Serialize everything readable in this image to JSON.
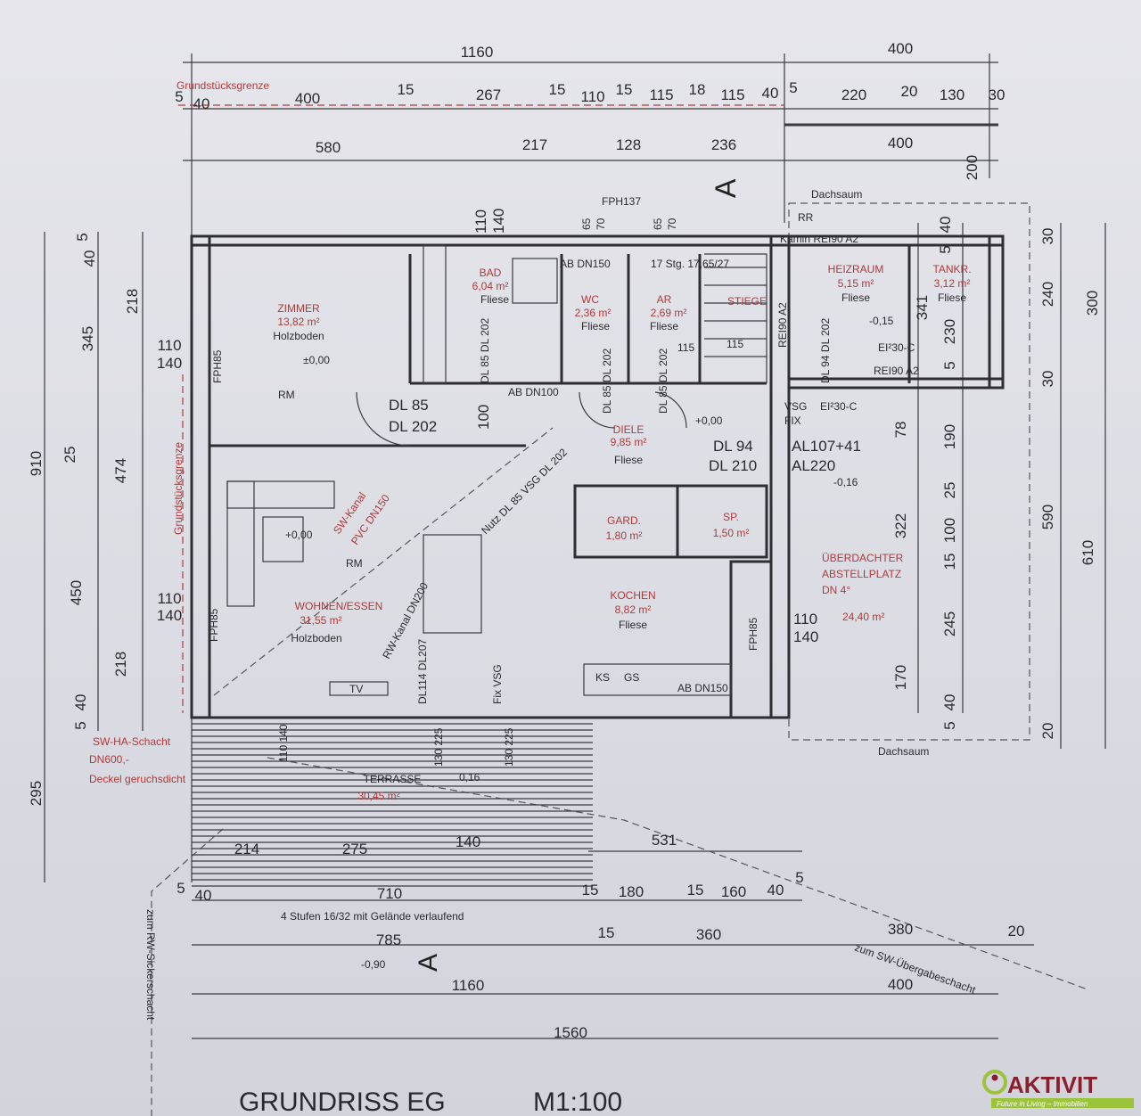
{
  "title": "GRUNDRISS EG",
  "scale": "M1:100",
  "logo": {
    "brand": "AKTIVIT",
    "tagline": "Future in Living – Immobilien",
    "colors": {
      "green": "#9cc43a",
      "red": "#8a1e2c"
    }
  },
  "colors": {
    "line": "#2e2e33",
    "annotation_red": "#b03a3a",
    "paper": "#d9d9e1"
  },
  "rooms": [
    {
      "name": "ZIMMER",
      "area": "13,82 m²",
      "floor": "Holzboden"
    },
    {
      "name": "BAD",
      "area": "6,04 m²",
      "floor": "Fliese"
    },
    {
      "name": "WC",
      "area": "2,36 m²",
      "floor": "Fliese"
    },
    {
      "name": "AR",
      "area": "2,69 m²",
      "floor": "Fliese"
    },
    {
      "name": "STIEGE"
    },
    {
      "name": "HEIZRAUM",
      "area": "5,15 m²",
      "floor": "Fliese"
    },
    {
      "name": "TANKR.",
      "area": "3,12 m²",
      "floor": "Fliese"
    },
    {
      "name": "DIELE",
      "area": "9,85 m²",
      "floor": "Fliese"
    },
    {
      "name": "GARD.",
      "area": "1,80 m²"
    },
    {
      "name": "SP.",
      "area": "1,50 m²"
    },
    {
      "name": "KOCHEN",
      "area": "8,82 m²",
      "floor": "Fliese"
    },
    {
      "name": "WOHNEN/ESSEN",
      "area": "31,55 m²",
      "floor": "Holzboden"
    },
    {
      "name": "ÜBERDACHTER",
      "name2": "ABSTELLPLATZ",
      "roof": "DN 4°",
      "area": "24,40 m²"
    },
    {
      "name": "TERRASSE",
      "area": "30,45 m²"
    }
  ],
  "dims_top": [
    "1160",
    "400",
    "5",
    "40",
    "400",
    "15",
    "267",
    "15",
    "110",
    "15",
    "115",
    "18",
    "115",
    "40",
    "5",
    "220",
    "20",
    "130",
    "30",
    "580",
    "217",
    "128",
    "236",
    "400",
    "200"
  ],
  "dims_left": [
    "5",
    "40",
    "218",
    "345",
    "110",
    "140",
    "910",
    "25",
    "474",
    "450",
    "110",
    "140",
    "218",
    "5",
    "40",
    "295"
  ],
  "dims_right": [
    "30",
    "240",
    "300",
    "30",
    "590",
    "610",
    "20",
    "40",
    "5",
    "341",
    "230",
    "5",
    "78",
    "190",
    "25",
    "100",
    "322",
    "15",
    "245",
    "170",
    "5",
    "40"
  ],
  "dims_bottom": [
    "214",
    "275",
    "140",
    "531",
    "5",
    "40",
    "710",
    "15",
    "180",
    "15",
    "160",
    "40",
    "5",
    "785",
    "15",
    "360",
    "380",
    "20",
    "1160",
    "400",
    "1560"
  ],
  "annotations": {
    "property_line": "Grundstücksgrenze",
    "property_line_side": "Grundstücksgrenze",
    "eaves_top": "Dachsaum",
    "eaves_bottom": "Dachsaum",
    "fph137": "FPH137",
    "win_110": "110",
    "win_140": "140",
    "w65a": "65",
    "w70a": "70",
    "w65b": "65",
    "w70b": "70",
    "section_a": "A",
    "rr": "RR",
    "kamin": "Kamin  REI90  A2",
    "stairs": "17 Stg. 17,65/27",
    "ab_dn150_top": "AB DN150",
    "ab_dn100": "AB DN100",
    "dl85_1": "DL 85",
    "dl202_1": "DL 202",
    "h100": "100",
    "dl_bad": "DL 85  DL 202",
    "dl_wc": "DL 85  DL 202",
    "dl_ar": "DL 85  DL 202",
    "s115a": "115",
    "s115b": "115",
    "lvl_zimmer": "±0,00",
    "rm1": "RM",
    "lvl_diele": "+0,00",
    "dl94": "DL 94",
    "dl210": "DL 210",
    "vsg": "VSG",
    "fix": "FIX",
    "ei30_1": "EI²30-C",
    "al1": "AL107+41",
    "al2": "AL220",
    "lvl_heiz": "-0,15",
    "ei30_2": "EI²30-C",
    "rei90": "REI90  A2",
    "rei90_v": "REI90  A2",
    "dl_heiz": "DL 94  DL 202",
    "lvl_carport": "-0,16",
    "sw_kanal": "SW-Kanal",
    "pvc": "PVC DN150",
    "rw_kanal": "RW-Kanal DN200",
    "nutz": "Nutz  DL 85  VSG  DL 202",
    "lvl_wohnen": "+0,00",
    "rm2": "RM",
    "tv": "TV",
    "dl114": "DL114  DL207",
    "fixvsg": "Fix  VSG",
    "ks": "KS",
    "gs": "GS",
    "ab_dn150_k": "AB DN150",
    "fph85_1": "FPH85",
    "fph85_2": "FPH85",
    "fph85_3": "FPH85",
    "win_k110": "110",
    "win_k140": "140",
    "ter_110_140": "110 140",
    "ter_130_225a": "130 225",
    "ter_130_225b": "130 225",
    "sw_ha": "SW-HA-Schacht",
    "dn600": "DN600,-",
    "deckel": "Deckel geruchsdicht",
    "lvl_terrasse": "0,16",
    "stufen": "4 Stufen 16/32 mit Gelände verlaufend",
    "lvl_outside": "-0,90",
    "section_a2": "A",
    "zum_rw": "zum RW-Sickerschacht",
    "zum_sw": "zum SW-Übergabeschacht"
  }
}
